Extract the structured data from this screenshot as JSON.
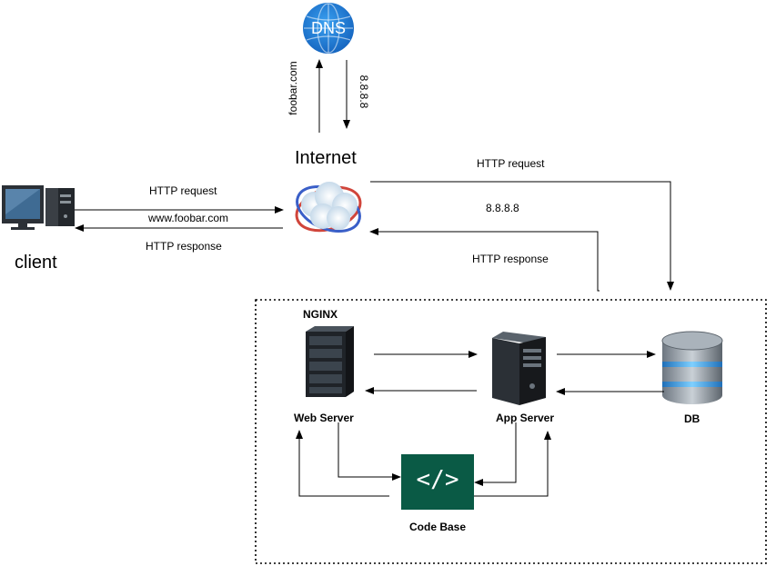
{
  "dns": {
    "label": "DNS",
    "color": "#1e88e5"
  },
  "dns_query": {
    "up_label": "foobar.com",
    "down_label": "8.8.8.8"
  },
  "internet": {
    "label": "Internet"
  },
  "client": {
    "label": "client"
  },
  "client_link": {
    "request_label": "HTTP request",
    "url_label": "www.foobar.com",
    "response_label": "HTTP response"
  },
  "server_link": {
    "request_label": "HTTP request",
    "ip_label": "8.8.8.8",
    "response_label": "HTTP response"
  },
  "infrastructure": {
    "nginx_label": "NGINX",
    "web_server_label": "Web Server",
    "app_server_label": "App Server",
    "db_label": "DB",
    "code_base_label": "Code Base",
    "code_base_symbol": "</>",
    "code_base_color": "#0a5a45"
  }
}
